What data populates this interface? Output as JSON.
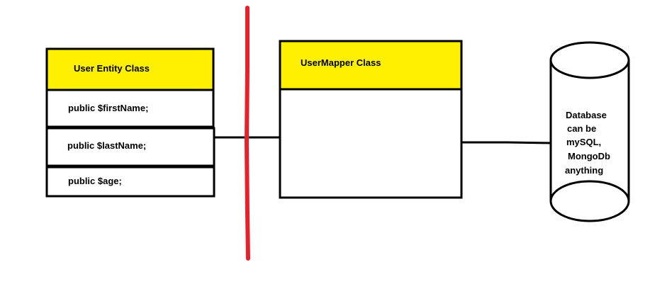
{
  "colors": {
    "header_fill": "#ffef00",
    "outline": "#000000",
    "divider": "#e8202a",
    "background": "#ffffff"
  },
  "entity_class": {
    "title": "User Entity Class",
    "properties": [
      "public $firstName;",
      "public $lastName;",
      "public $age;"
    ]
  },
  "mapper_class": {
    "title": "UserMapper Class"
  },
  "database": {
    "lines": [
      "Database",
      "can be",
      "mySQL,",
      "MongoDb",
      "anything"
    ]
  }
}
